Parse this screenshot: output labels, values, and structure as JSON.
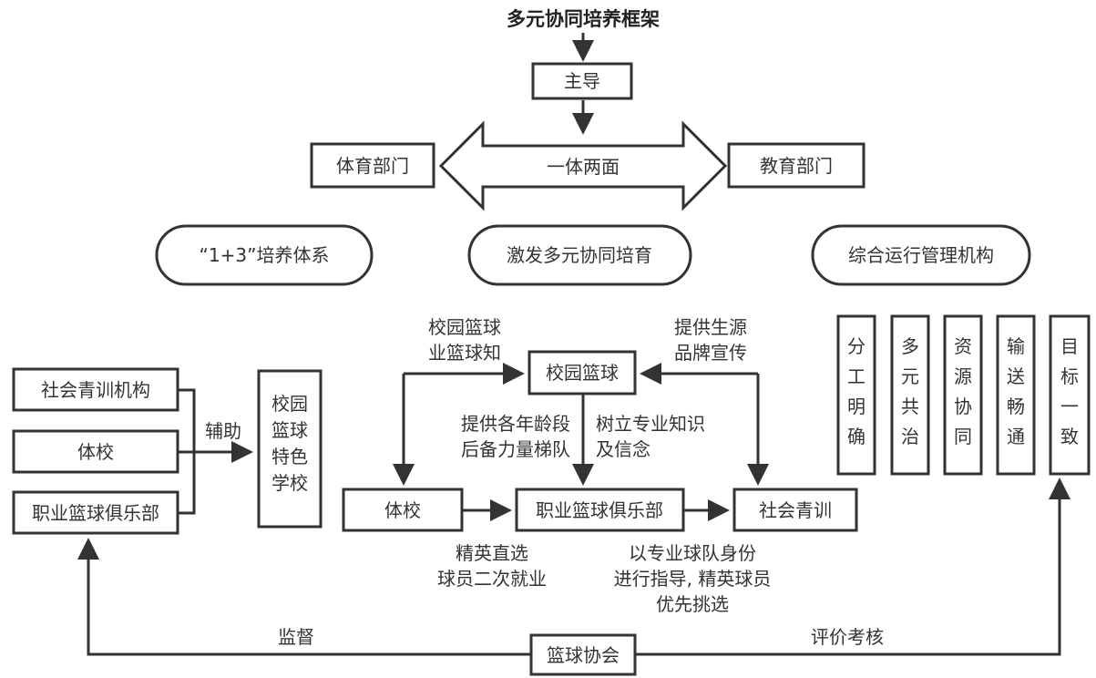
{
  "title": "多元协同培养框架",
  "top": {
    "lead": "主导",
    "left_dept": "体育部门",
    "right_dept": "教育部门",
    "double_arrow": "一体两面"
  },
  "ovals": [
    "“1+3”培养体系",
    "激发多元协同培育",
    "综合运行管理机构"
  ],
  "principles": [
    [
      "分",
      "工",
      "明",
      "确"
    ],
    [
      "多",
      "元",
      "共",
      "治"
    ],
    [
      "资",
      "源",
      "协",
      "同"
    ],
    [
      "输",
      "送",
      "畅",
      "通"
    ],
    [
      "目",
      "标",
      "一",
      "致"
    ]
  ],
  "left": {
    "sources": [
      "社会青训机构",
      "体校",
      "职业篮球俱乐部"
    ],
    "assist_label": "辅助",
    "target_lines": [
      "校园",
      "篮球",
      "特色",
      "学校"
    ]
  },
  "center": {
    "campus": "校园篮球",
    "sports_school": "体校",
    "club": "职业篮球俱乐部",
    "youth": "社会青训",
    "label_top_left": [
      "校园篮球",
      "业篮球知"
    ],
    "label_top_right": [
      "提供生源",
      "品牌宣传"
    ],
    "label_mid_left": [
      "提供各年龄段",
      "后备力量梯队"
    ],
    "label_mid_right": [
      "树立专业知识",
      "及信念"
    ],
    "label_bottom_left": [
      "精英直选",
      "球员二次就业"
    ],
    "label_bottom_right": [
      "以专业球队身份",
      "进行指导, 精英球员",
      "优先挑选"
    ]
  },
  "bottom": {
    "association": "篮球协会",
    "supervise": "监督",
    "evaluate": "评价考核"
  }
}
